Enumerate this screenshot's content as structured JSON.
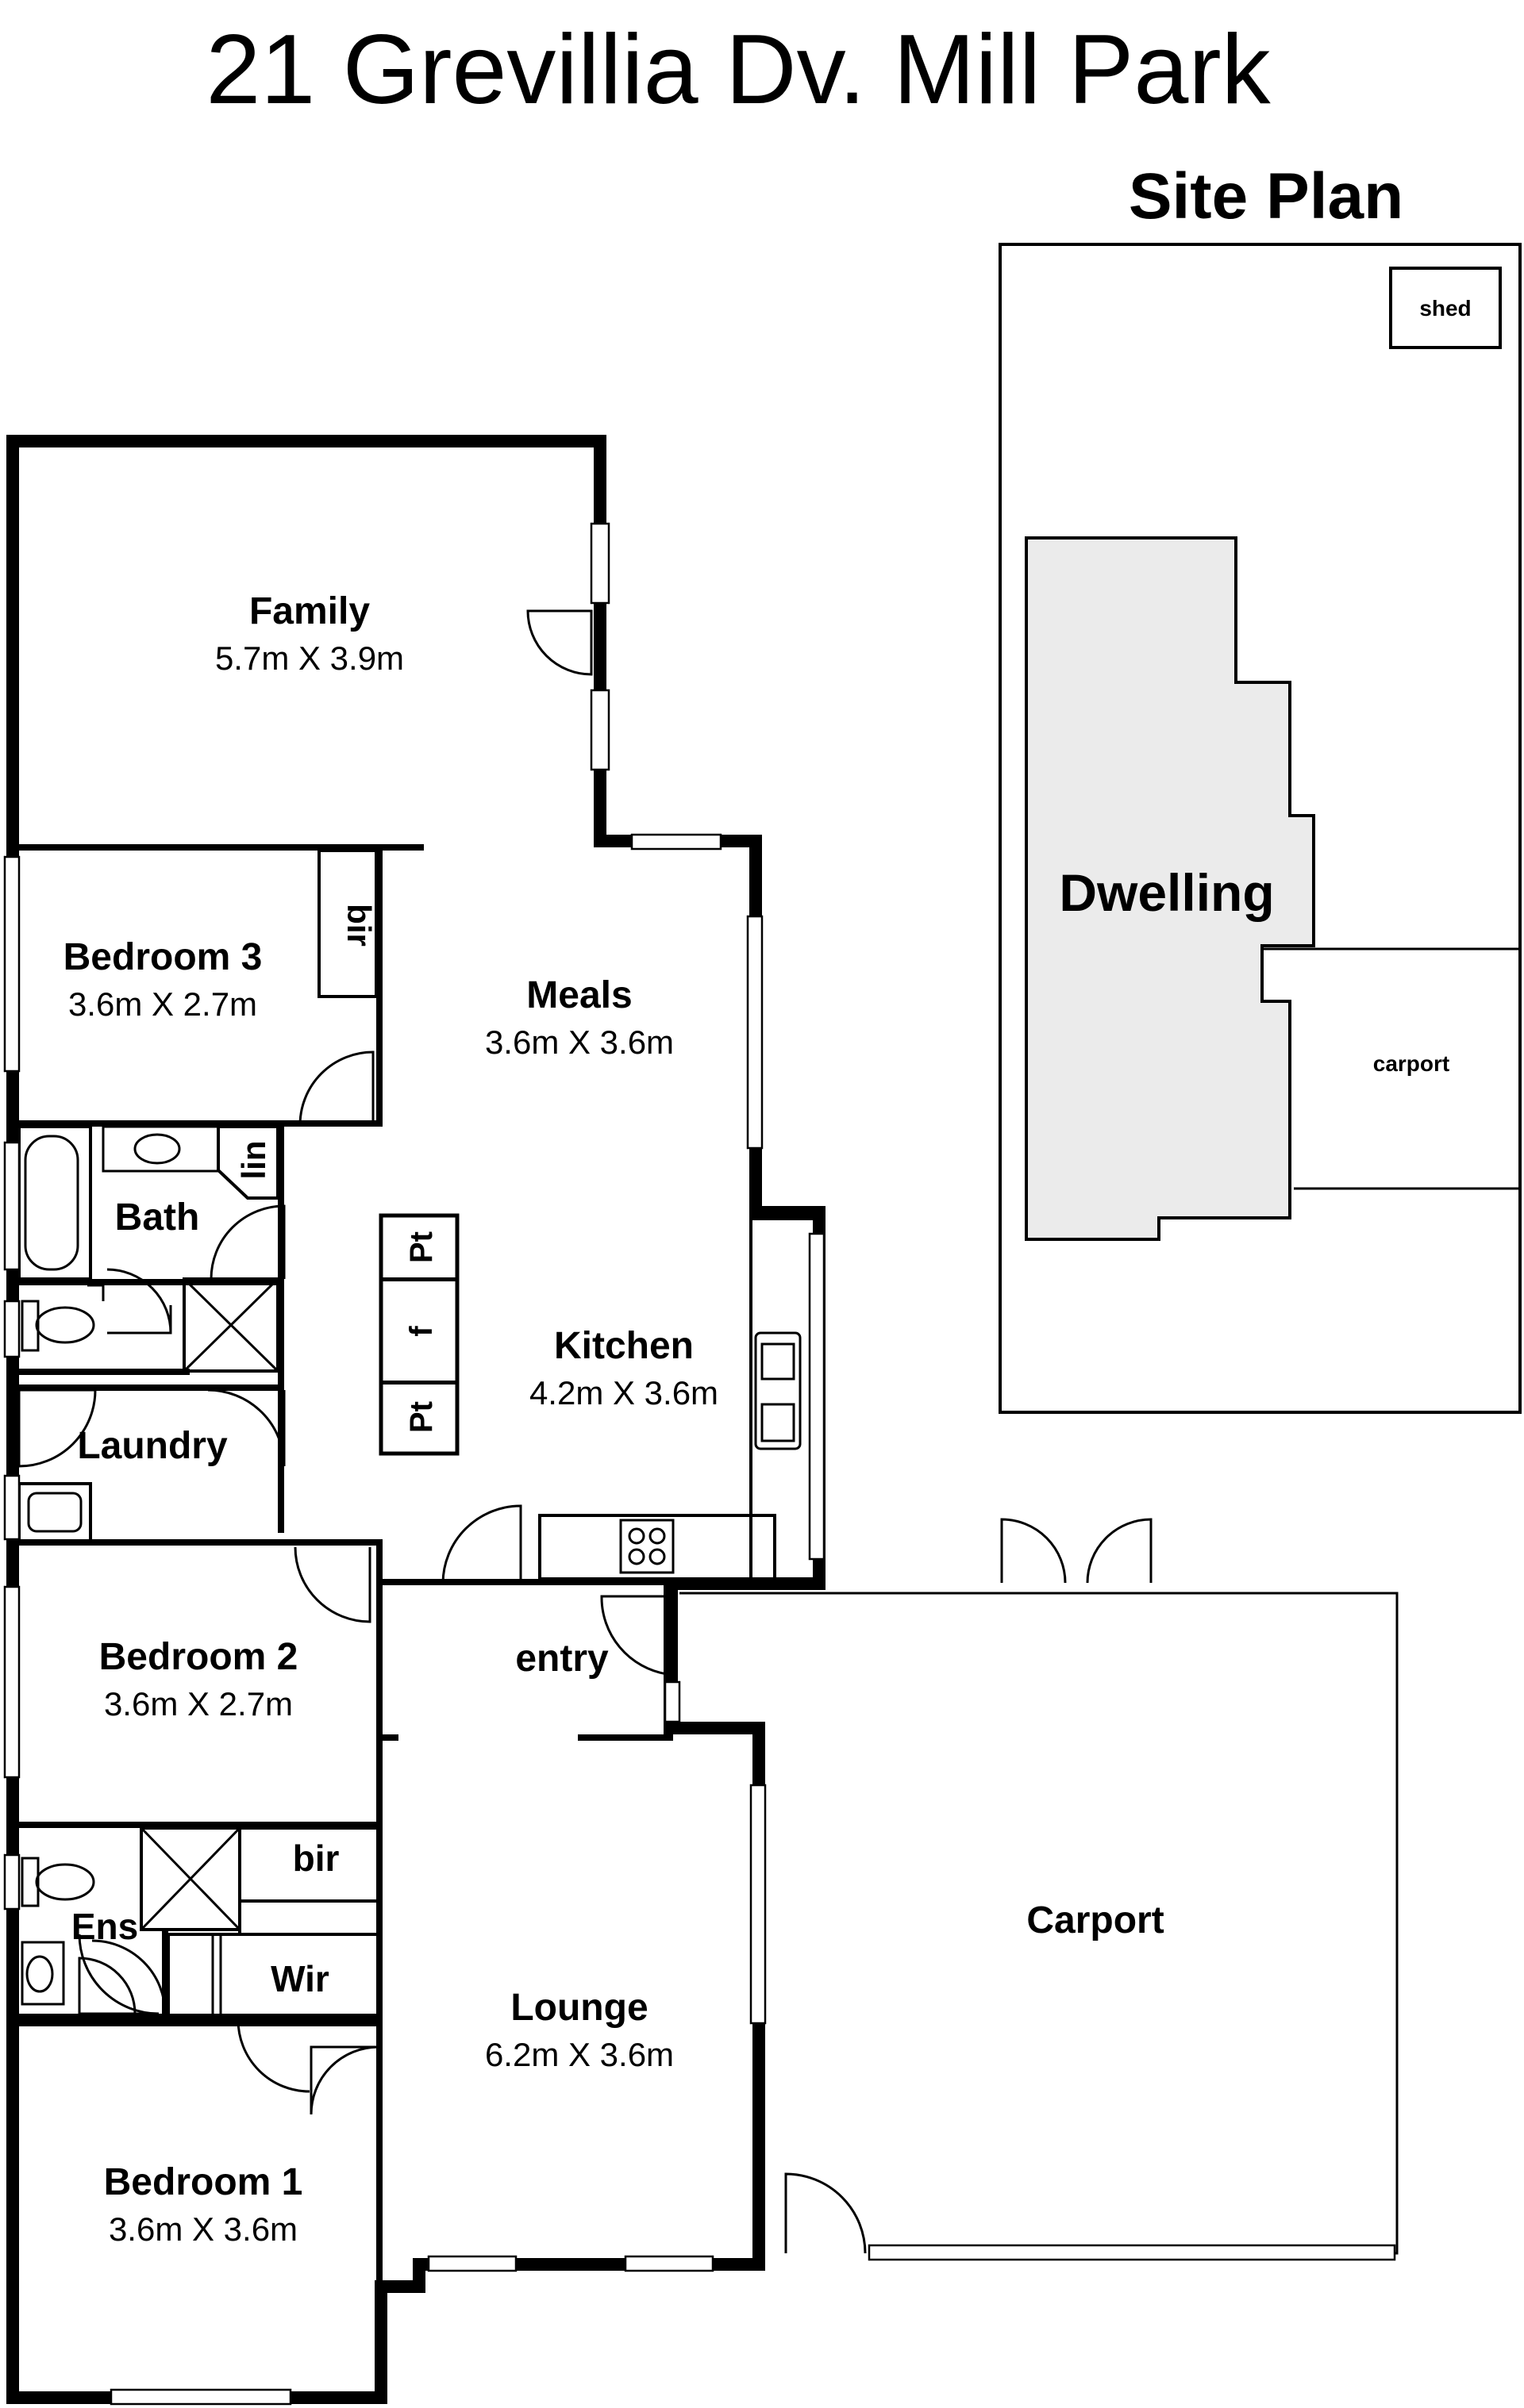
{
  "title": "21 Grevillia Dv. Mill Park",
  "site_plan": {
    "heading": "Site Plan",
    "shed_label": "shed",
    "dwelling_label": "Dwelling",
    "carport_label": "carport"
  },
  "rooms": {
    "family": {
      "name": "Family",
      "dims": "5.7m X 3.9m"
    },
    "bedroom3": {
      "name": "Bedroom 3",
      "dims": "3.6m X 2.7m"
    },
    "bir_top": {
      "name": "bir"
    },
    "meals": {
      "name": "Meals",
      "dims": "3.6m X 3.6m"
    },
    "lin": {
      "name": "lin"
    },
    "bath": {
      "name": "Bath"
    },
    "kitchen": {
      "name": "Kitchen",
      "dims": "4.2m X 3.6m"
    },
    "pantry_top": {
      "name": "Pt"
    },
    "fridge": {
      "name": "f"
    },
    "pantry_bottom": {
      "name": "Pt"
    },
    "laundry": {
      "name": "Laundry"
    },
    "bedroom2": {
      "name": "Bedroom 2",
      "dims": "3.6m X 2.7m"
    },
    "entry": {
      "name": "entry"
    },
    "bir_bottom": {
      "name": "bir"
    },
    "ens": {
      "name": "Ens"
    },
    "wir": {
      "name": "Wir"
    },
    "carport": {
      "name": "Carport"
    },
    "lounge": {
      "name": "Lounge",
      "dims": "6.2m X 3.6m"
    },
    "bedroom1": {
      "name": "Bedroom 1",
      "dims": "3.6m X 3.6m"
    }
  }
}
